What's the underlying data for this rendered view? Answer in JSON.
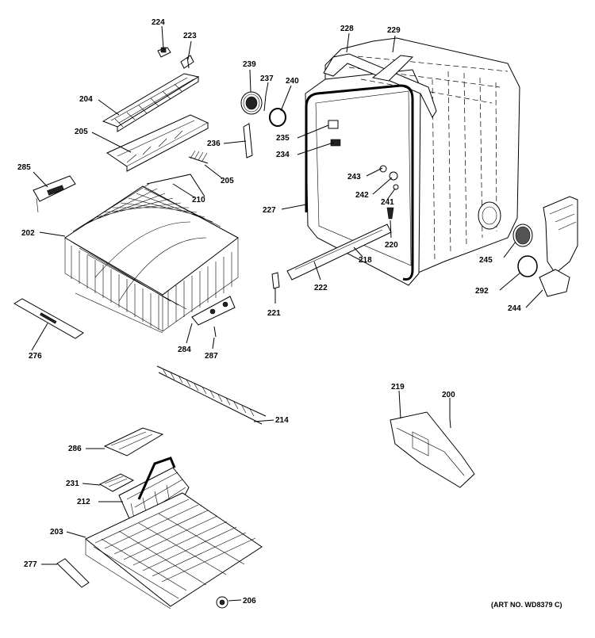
{
  "diagram": {
    "art_number": "(ART NO. WD8379 C)",
    "callouts": {
      "c224": "224",
      "c223": "223",
      "c239": "239",
      "c237": "237",
      "c240": "240",
      "c228": "228",
      "c229": "229",
      "c204": "204",
      "c205a": "205",
      "c205b": "205",
      "c236": "236",
      "c235": "235",
      "c234": "234",
      "c285": "285",
      "c210": "210",
      "c243": "243",
      "c242": "242",
      "c241": "241",
      "c227": "227",
      "c202": "202",
      "c220": "220",
      "c218": "218",
      "c245": "245",
      "c292": "292",
      "c222": "222",
      "c221": "221",
      "c244": "244",
      "c276": "276",
      "c284": "284",
      "c287": "287",
      "c219": "219",
      "c200": "200",
      "c214": "214",
      "c286": "286",
      "c231": "231",
      "c212": "212",
      "c203": "203",
      "c277": "277",
      "c206": "206"
    }
  }
}
